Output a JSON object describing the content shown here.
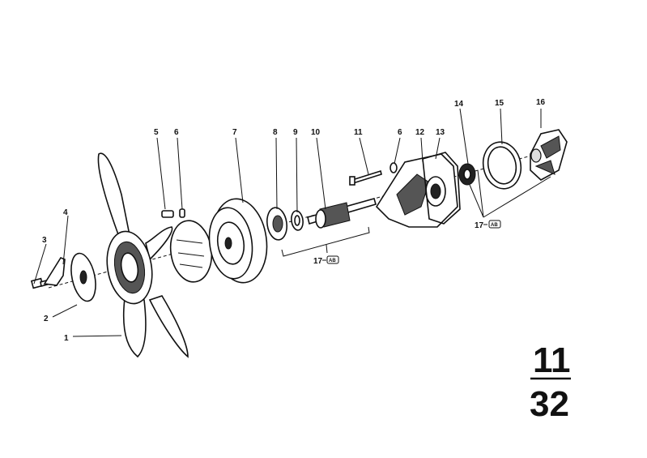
{
  "callouts": {
    "c1": "1",
    "c2": "2",
    "c3": "3",
    "c4": "4",
    "c5": "5",
    "c6a": "6",
    "c7": "7",
    "c8": "8",
    "c9": "9",
    "c10": "10",
    "c11": "11",
    "c6b": "6",
    "c12": "12",
    "c13": "13",
    "c14": "14",
    "c15": "15",
    "c16": "16",
    "c17a": "17",
    "c17b": "17"
  },
  "group_box_text": "AB",
  "page_ref": {
    "numerator": "11",
    "denominator": "32"
  }
}
